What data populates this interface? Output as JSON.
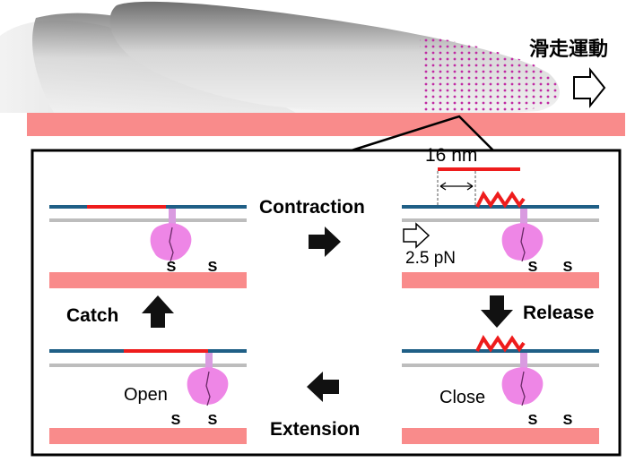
{
  "header": {
    "motion_label": "滑走運動"
  },
  "scale": {
    "length_label": "16 nm",
    "force_label": "2.5 pN"
  },
  "steps": {
    "contraction": "Contraction",
    "release": "Release",
    "extension": "Extension",
    "catch": "Catch"
  },
  "states": {
    "open": "Open",
    "close": "Close"
  },
  "sites": {
    "s": "S"
  },
  "colors": {
    "substrate": "#f98b8b",
    "filament_blue": "#1f5f86",
    "filament_gray": "#bdbdbd",
    "active_segment": "#ee1c1c",
    "protein": "#ee86e6",
    "linker": "#d99be0",
    "dots": "#c02aa3"
  }
}
